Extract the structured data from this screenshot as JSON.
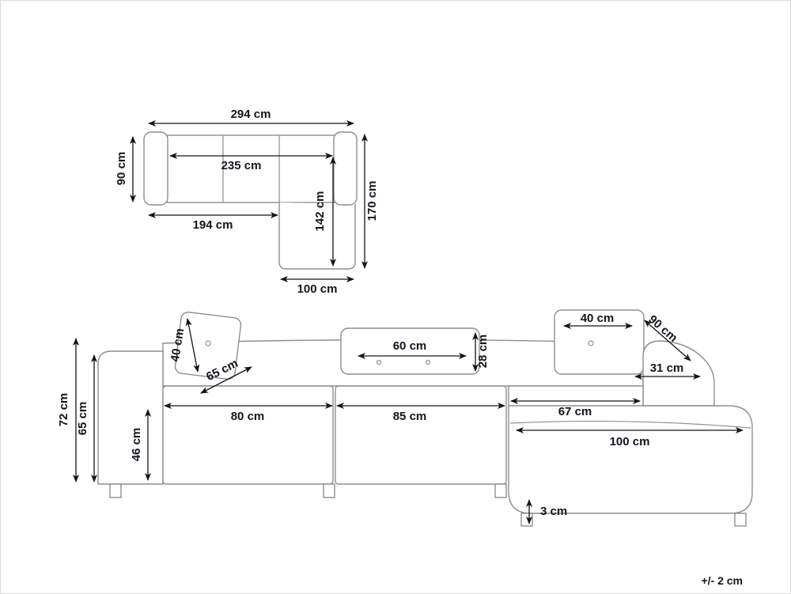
{
  "meta": {
    "tolerance": "+/- 2 cm"
  },
  "top_view": {
    "total_width": "294 cm",
    "seat_span": "235 cm",
    "body_depth": "90 cm",
    "left_section_length": "194 cm",
    "chaise_inner_length": "142 cm",
    "total_depth": "170 cm",
    "chaise_width": "100 cm"
  },
  "front_view": {
    "total_height": "72 cm",
    "armrest_height": "65 cm",
    "seat_height": "46 cm",
    "left_cushion_size": "40 cm",
    "seat_depth_diagonal": "65 cm",
    "left_seat_width": "80 cm",
    "mid_cushion_width": "60 cm",
    "mid_cushion_height": "28 cm",
    "mid_seat_width": "85 cm",
    "right_cushion_size": "40 cm",
    "armrest_depth_diagonal": "90 cm",
    "armrest_top_width": "31 cm",
    "right_seat_width": "67 cm",
    "chaise_depth": "100 cm",
    "leg_height": "3 cm"
  }
}
